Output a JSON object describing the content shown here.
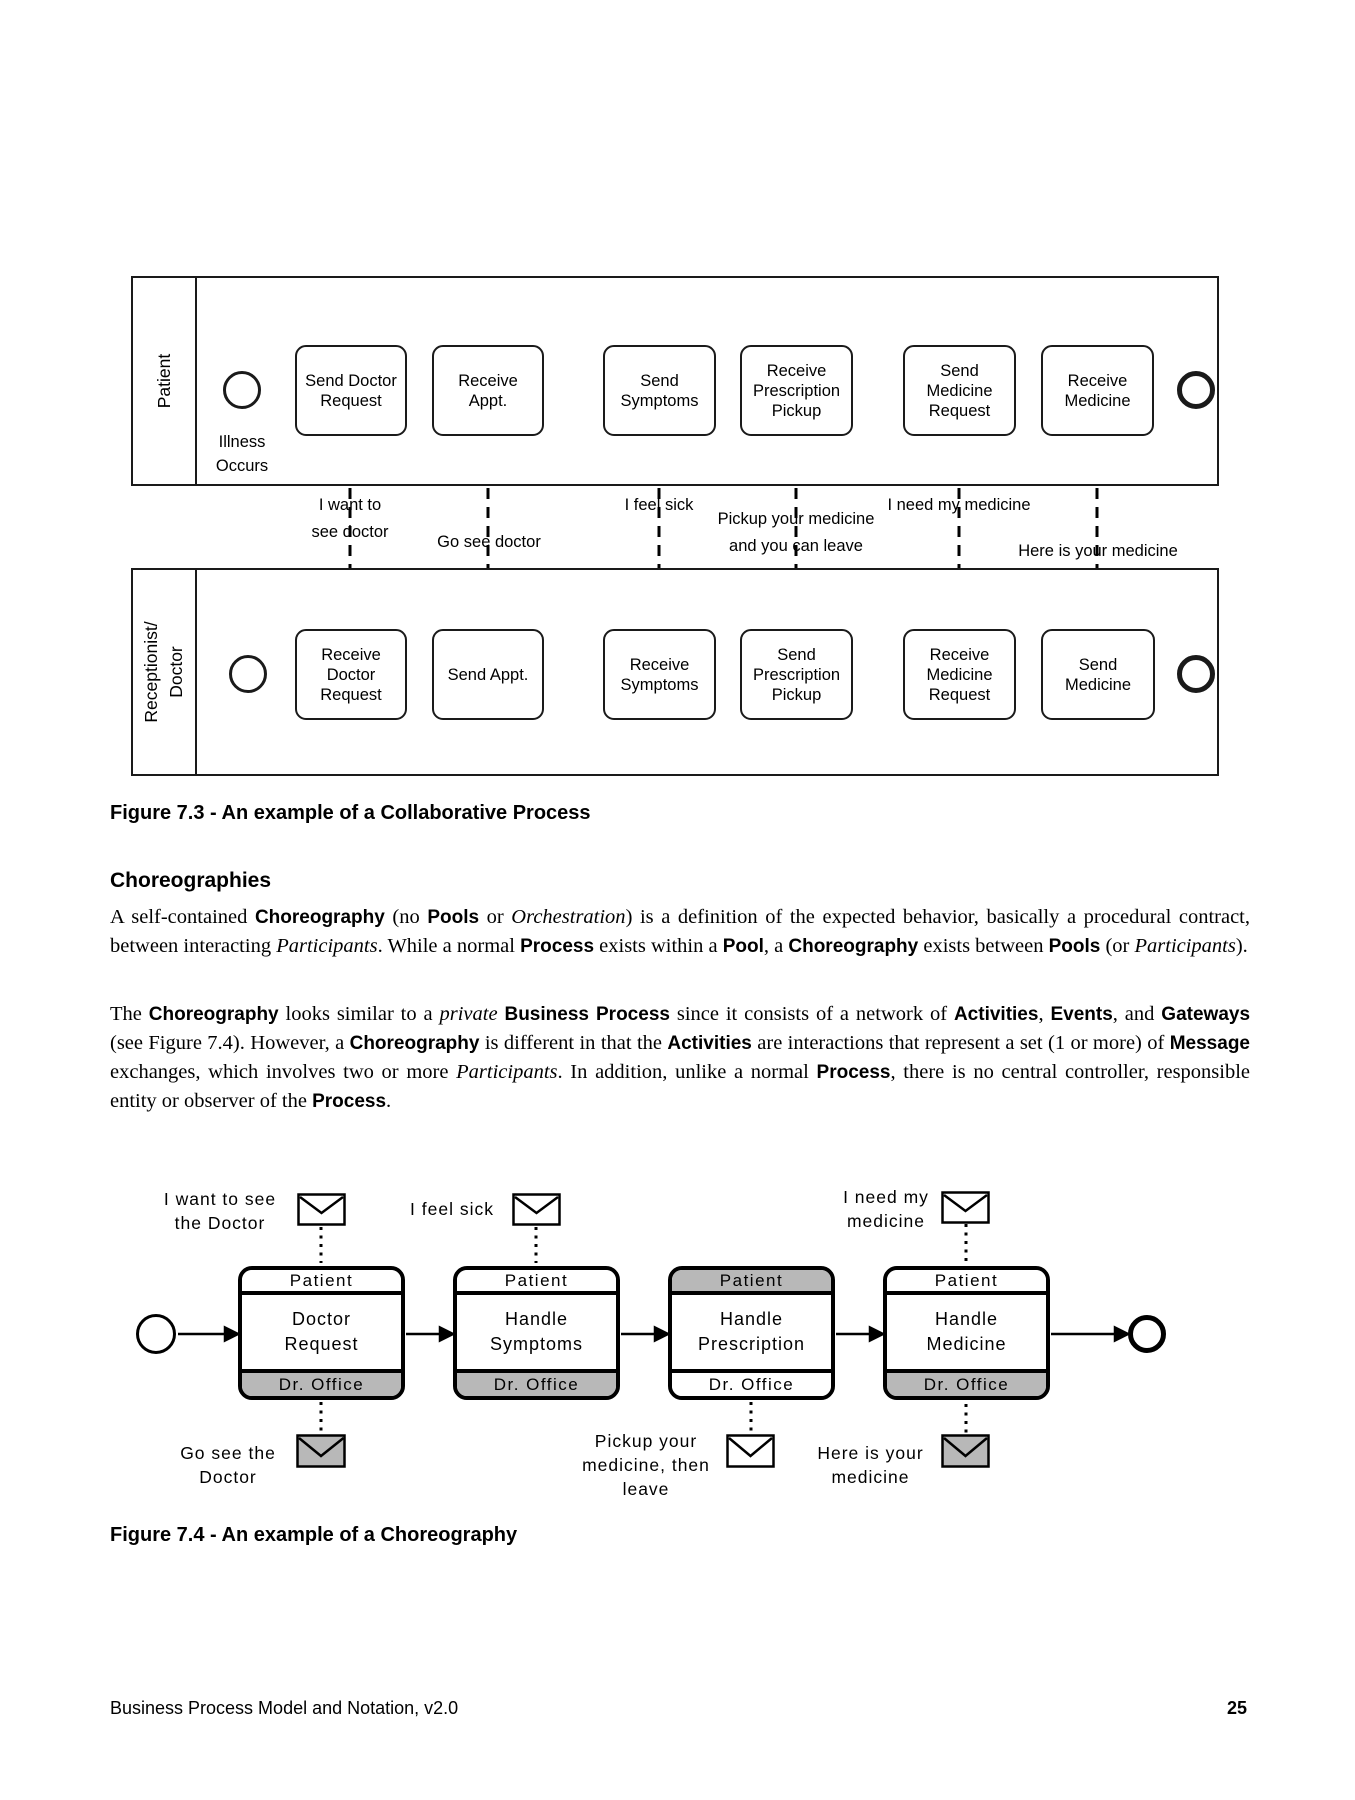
{
  "figure73": {
    "pool1_label": "Patient",
    "pool2_label": "Receptionist/\nDoctor",
    "start1_label": "Illness\nOccurs",
    "pool1_tasks": [
      "Send Doctor\nRequest",
      "Receive\nAppt.",
      "Send\nSymptoms",
      "Receive\nPrescription\nPickup",
      "Send\nMedicine\nRequest",
      "Receive\nMedicine"
    ],
    "pool2_tasks": [
      "Receive\nDoctor\nRequest",
      "Send Appt.",
      "Receive\nSymptoms",
      "Send\nPrescription\nPickup",
      "Receive\nMedicine\nRequest",
      "Send\nMedicine"
    ],
    "message_labels": [
      "I want to\nsee doctor",
      "Go see doctor",
      "I feel sick",
      "Pickup your medicine\nand you can leave",
      "I need my medicine",
      "Here is your medicine"
    ],
    "caption": "Figure 7.3 - An example of a Collaborative Process"
  },
  "section": {
    "heading": "Choreographies",
    "paragraphs": [
      [
        {
          "s": "t",
          "x": "A self-contained "
        },
        {
          "s": "b",
          "x": "Choreography"
        },
        {
          "s": "t",
          "x": " (no "
        },
        {
          "s": "b",
          "x": "Pools"
        },
        {
          "s": "t",
          "x": " or "
        },
        {
          "s": "i",
          "x": "Orchestration"
        },
        {
          "s": "t",
          "x": ") is a definition of the expected behavior, basically a procedural contract, between interacting "
        },
        {
          "s": "i",
          "x": "Participants"
        },
        {
          "s": "t",
          "x": ". While a normal "
        },
        {
          "s": "b",
          "x": "Process"
        },
        {
          "s": "t",
          "x": " exists within a "
        },
        {
          "s": "b",
          "x": "Pool"
        },
        {
          "s": "t",
          "x": ", a "
        },
        {
          "s": "b",
          "x": "Choreography"
        },
        {
          "s": "t",
          "x": " exists between "
        },
        {
          "s": "b",
          "x": "Pools"
        },
        {
          "s": "t",
          "x": " (or "
        },
        {
          "s": "i",
          "x": "Participants"
        },
        {
          "s": "t",
          "x": ")."
        }
      ],
      [
        {
          "s": "t",
          "x": "The "
        },
        {
          "s": "b",
          "x": "Choreography"
        },
        {
          "s": "t",
          "x": " looks similar to a "
        },
        {
          "s": "i",
          "x": "private"
        },
        {
          "s": "t",
          "x": " "
        },
        {
          "s": "b",
          "x": "Business Process"
        },
        {
          "s": "t",
          "x": " since it consists of a network of "
        },
        {
          "s": "b",
          "x": "Activities"
        },
        {
          "s": "t",
          "x": ", "
        },
        {
          "s": "b",
          "x": "Events"
        },
        {
          "s": "t",
          "x": ", and "
        },
        {
          "s": "b",
          "x": "Gateways"
        },
        {
          "s": "t",
          "x": " (see Figure 7.4). However, a "
        },
        {
          "s": "b",
          "x": "Choreography"
        },
        {
          "s": "t",
          "x": " is different in that the "
        },
        {
          "s": "b",
          "x": "Activities"
        },
        {
          "s": "t",
          "x": " are interactions that represent a set (1 or more) of "
        },
        {
          "s": "b",
          "x": "Message"
        },
        {
          "s": "t",
          "x": " exchanges, which involves two or more "
        },
        {
          "s": "i",
          "x": "Participants"
        },
        {
          "s": "t",
          "x": ". In addition, unlike a normal "
        },
        {
          "s": "b",
          "x": "Process"
        },
        {
          "s": "t",
          "x": ", there is no central controller, responsible entity or observer of the "
        },
        {
          "s": "b",
          "x": "Process"
        },
        {
          "s": "t",
          "x": "."
        }
      ]
    ]
  },
  "figure74": {
    "activities": [
      {
        "top": "Patient",
        "name": "Doctor\nRequest",
        "bottom": "Dr. Office"
      },
      {
        "top": "Patient",
        "name": "Handle\nSymptoms",
        "bottom": "Dr. Office"
      },
      {
        "top": "Patient",
        "name": "Handle\nPrescription",
        "bottom": "Dr. Office"
      },
      {
        "top": "Patient",
        "name": "Handle\nMedicine",
        "bottom": "Dr. Office"
      }
    ],
    "top_messages": [
      "I want to see\nthe Doctor",
      "I feel sick",
      "I need my\nmedicine"
    ],
    "bottom_messages": [
      "Go see the\nDoctor",
      "Pickup your\nmedicine, then\nleave",
      "Here is your\nmedicine"
    ],
    "caption": "Figure 7.4 - An example of a Choreography"
  },
  "footer": {
    "left": "Business Process Model and Notation, v2.0",
    "page": "25"
  },
  "colors": {
    "shaded_band": "#b8b8b8",
    "ink": "#000000"
  }
}
